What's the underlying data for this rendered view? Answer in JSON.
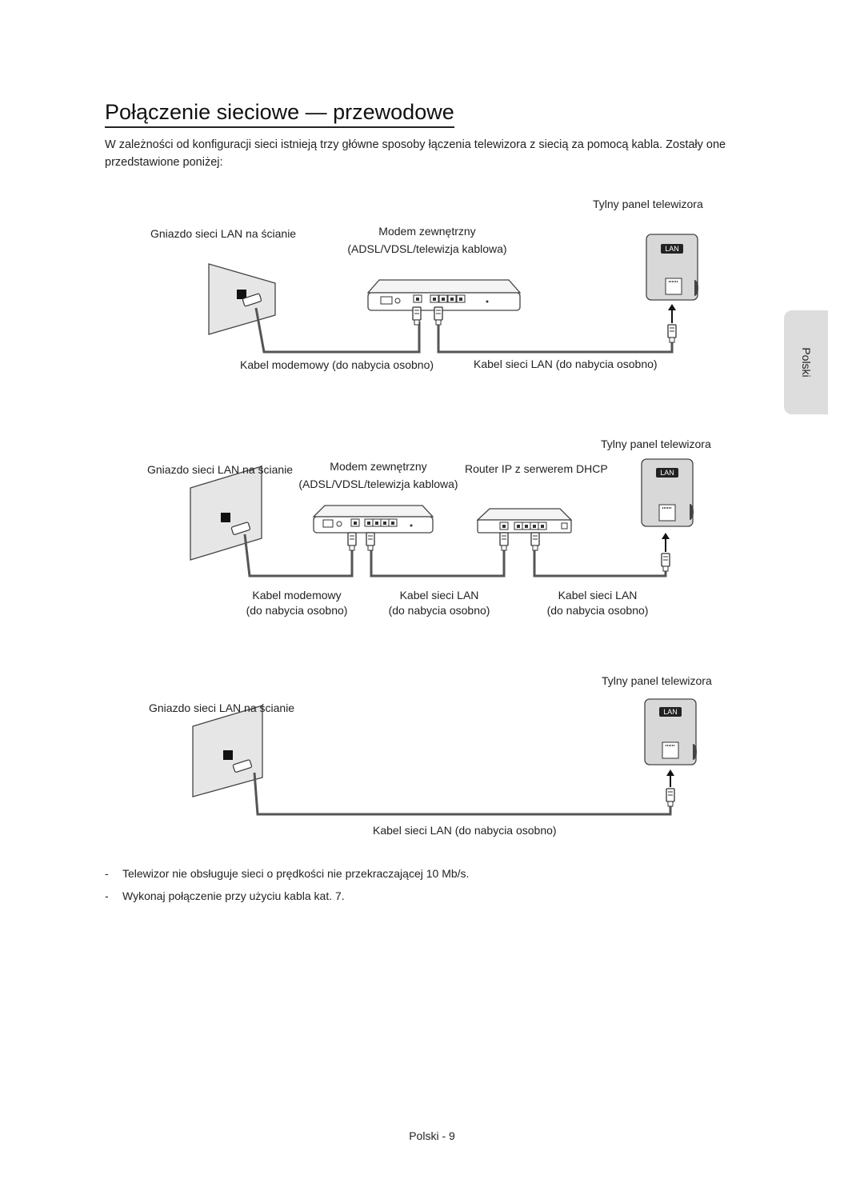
{
  "title": "Połączenie sieciowe — przewodowe",
  "intro": "W zależności od konfiguracji sieci istnieją trzy główne sposoby łączenia telewizora z siecią za pomocą kabla. Zostały one przedstawione poniżej:",
  "side_tab": "Polski",
  "diagram1": {
    "tv_panel": "Tylny panel telewizora",
    "wall": "Gniazdo sieci LAN na ścianie",
    "modem_line1": "Modem zewnętrzny",
    "modem_line2": "(ADSL/VDSL/telewizja kablowa)",
    "modem_cable": "Kabel modemowy (do nabycia osobno)",
    "lan_cable": "Kabel sieci LAN (do nabycia osobno)",
    "lan_badge": "LAN"
  },
  "diagram2": {
    "tv_panel": "Tylny panel telewizora",
    "wall": "Gniazdo sieci LAN na ścianie",
    "modem_line1": "Modem zewnętrzny",
    "modem_line2": "(ADSL/VDSL/telewizja kablowa)",
    "router": "Router IP z serwerem DHCP",
    "cable1_line1": "Kabel modemowy",
    "cable1_line2": "(do nabycia osobno)",
    "cable2_line1": "Kabel sieci LAN",
    "cable2_line2": "(do nabycia osobno)",
    "cable3_line1": "Kabel sieci LAN",
    "cable3_line2": "(do nabycia osobno)",
    "lan_badge": "LAN"
  },
  "diagram3": {
    "tv_panel": "Tylny panel telewizora",
    "wall": "Gniazdo sieci LAN na ścianie",
    "lan_cable": "Kabel sieci LAN (do nabycia osobno)",
    "lan_badge": "LAN"
  },
  "notes": [
    "Telewizor nie obsługuje sieci o prędkości nie przekraczającej 10 Mb/s.",
    "Wykonaj połączenie przy użyciu kabla kat. 7."
  ],
  "page_number": "Polski - 9"
}
